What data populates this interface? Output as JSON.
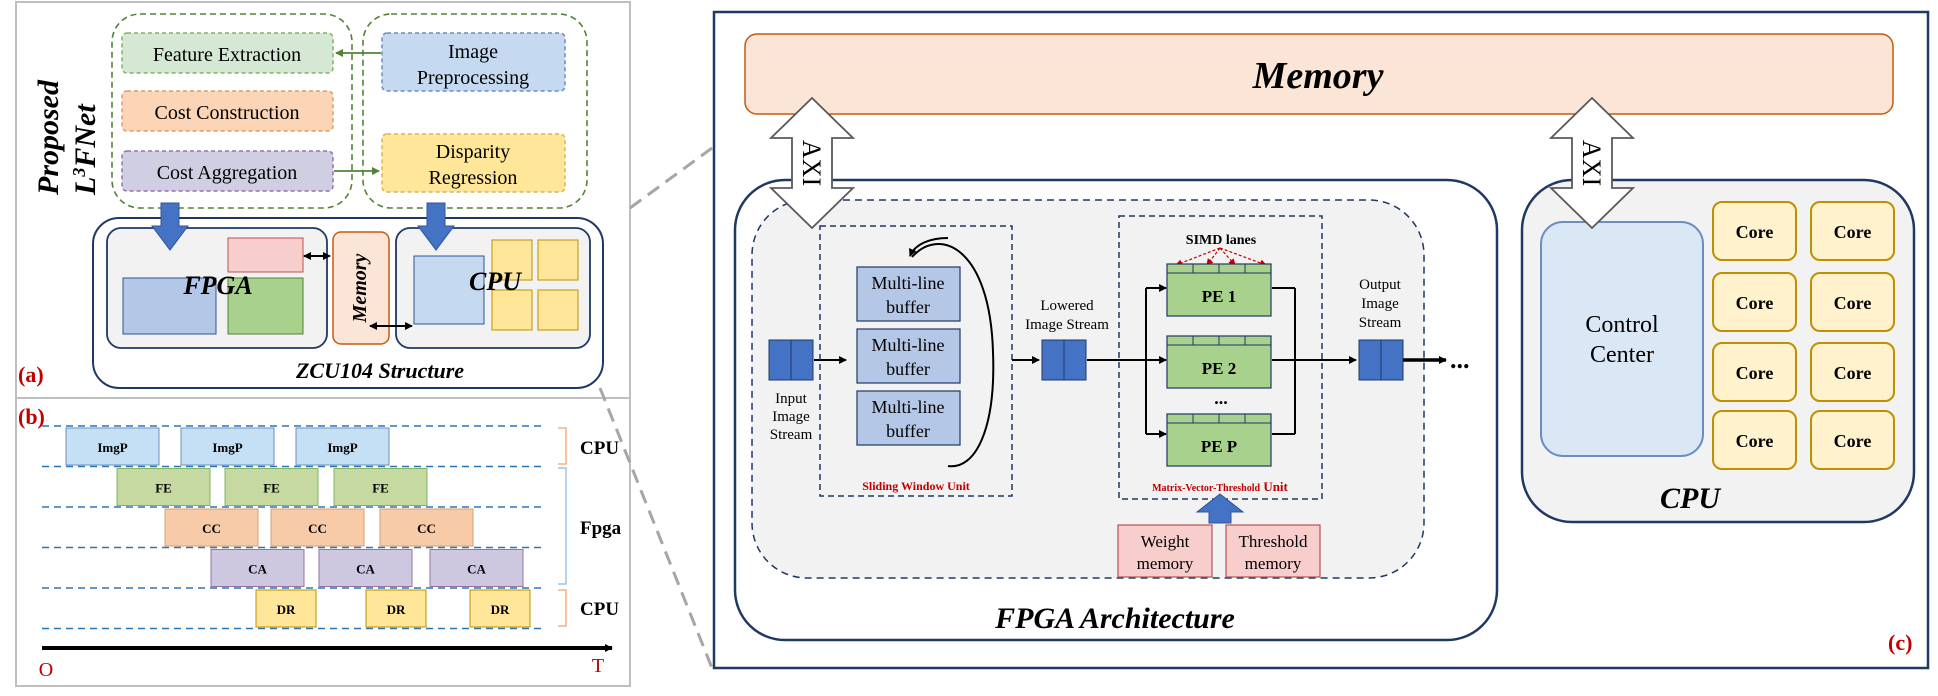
{
  "panels": {
    "a": "(a)",
    "b": "(b)",
    "c": "(c)"
  },
  "panel_a": {
    "side_title": "Proposed",
    "net_prefix": "L",
    "net_sup": "3",
    "net_suffix": "FNet",
    "feature_extraction": "Feature Extraction",
    "cost_construction": "Cost Construction",
    "cost_aggregation": "Cost Aggregation",
    "image_pre_1": "Image",
    "image_pre_2": "Preprocessing",
    "disparity_1": "Disparity",
    "disparity_2": "Regression",
    "fpga": "FPGA",
    "cpu": "CPU",
    "memory": "Memory",
    "zcu": "ZCU104 Structure"
  },
  "panel_b": {
    "rows": [
      {
        "label": "ImgP",
        "blocks": 3
      },
      {
        "label": "FE",
        "blocks": 3
      },
      {
        "label": "CC",
        "blocks": 3
      },
      {
        "label": "CA",
        "blocks": 3
      },
      {
        "label": "DR",
        "blocks": 3
      }
    ],
    "group_cpu_top": "CPU",
    "group_fpga": "Fpga",
    "group_cpu_bottom": "CPU",
    "axis_origin": "O",
    "axis_end": "T"
  },
  "panel_c": {
    "memory": "Memory",
    "axi_left": "AXI",
    "axi_right": "AXI",
    "input_stream": [
      "Input",
      "Image",
      "Stream"
    ],
    "multiline": [
      "Multi-line",
      "buffer"
    ],
    "sliding_window": "Sliding Window Unit",
    "lowered_stream": [
      "Lowered",
      "Image Stream"
    ],
    "simd": "SIMD lanes",
    "pe": [
      "PE 1",
      "PE 2",
      "PE P"
    ],
    "pe_dots": "...",
    "mvt_small": "Matrix-Vector-Threshold",
    "mvt_big": " Unit",
    "output_stream": [
      "Output",
      "Image",
      "Stream"
    ],
    "out_dots": "...",
    "weight_memory": [
      "Weight",
      "memory"
    ],
    "threshold_memory": [
      "Threshold",
      "memory"
    ],
    "fpga_arch": "FPGA Architecture",
    "control_center": [
      "Control",
      "Center"
    ],
    "core": "Core",
    "cpu": "CPU"
  },
  "colors": {
    "green_fill": "#d5e8d4",
    "green_stroke": "#82b366",
    "orange_fill": "#fbd5b5",
    "purple_fill": "#d0cee2",
    "blue_fill": "#c5d9f1",
    "yellow_fill": "#ffe699",
    "pink_fill": "#f8cecc",
    "navy": "#1f3864",
    "red_label": "#c00000",
    "arrow_blue": "#4472c4"
  }
}
